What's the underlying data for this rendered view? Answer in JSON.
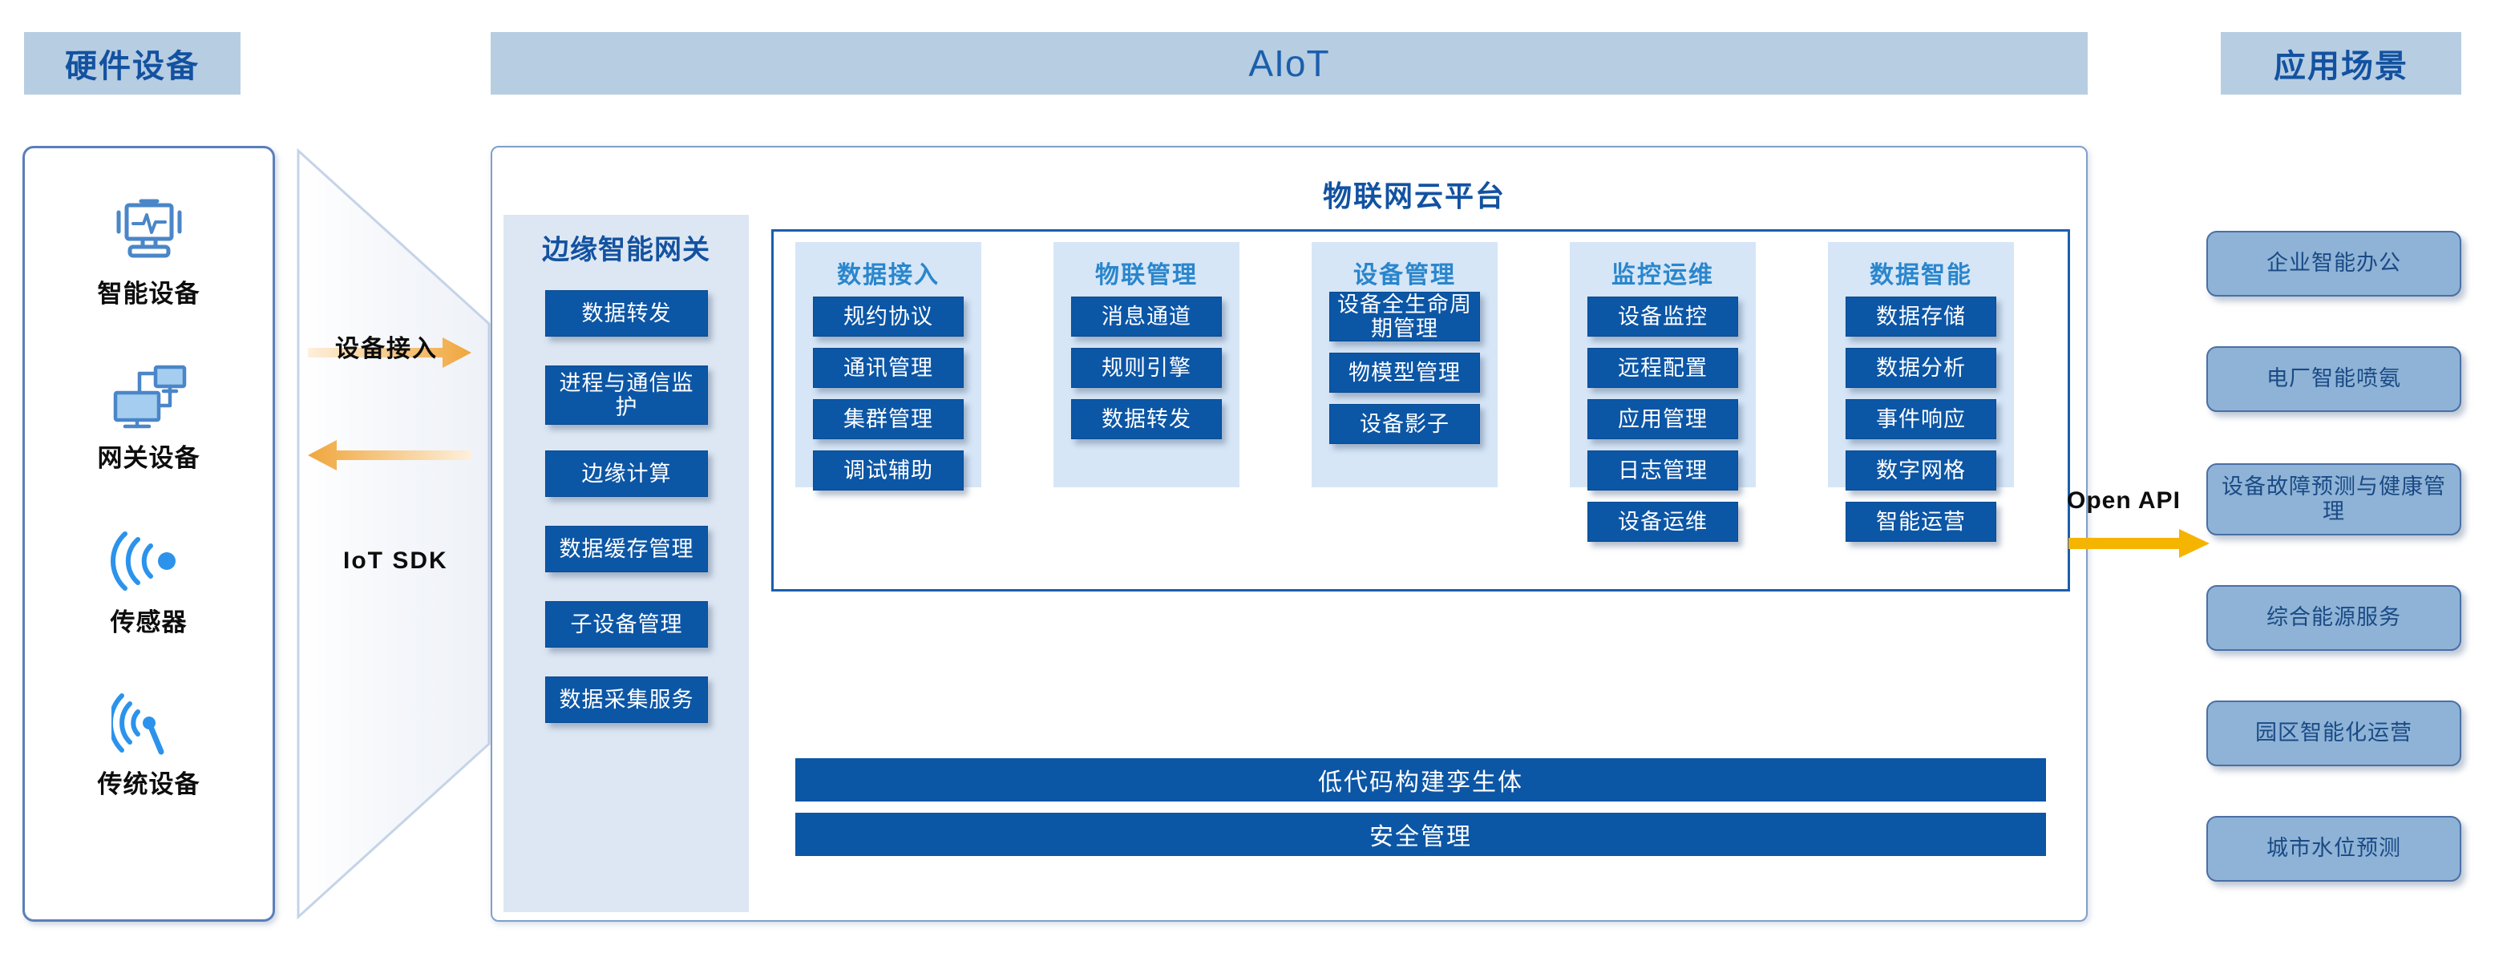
{
  "sections": {
    "hardware_header": "硬件设备",
    "aiot_header": "AIoT",
    "scenarios_header": "应用场景"
  },
  "hardware": {
    "items": [
      {
        "label": "智能设备",
        "icon": "monitor-pulse-icon"
      },
      {
        "label": "网关设备",
        "icon": "networked-computers-icon"
      },
      {
        "label": "传感器",
        "icon": "signal-wave-icon"
      },
      {
        "label": "传统设备",
        "icon": "antenna-broadcast-icon"
      }
    ]
  },
  "connectors": {
    "device_access": "设备接入",
    "iot_sdk": "IoT SDK",
    "open_api": "Open API",
    "arrow_color": "#f0a63c",
    "open_api_arrow_color": "#f5b400"
  },
  "cloud": {
    "title": "物联网云平台"
  },
  "gateway": {
    "title": "边缘智能网关",
    "items": [
      "数据转发",
      "进程与通信监护",
      "边缘计算",
      "数据缓存管理",
      "子设备管理",
      "数据采集服务"
    ]
  },
  "platform": {
    "columns": [
      {
        "title": "数据接入",
        "items": [
          "规约协议",
          "通讯管理",
          "集群管理",
          "调试辅助"
        ]
      },
      {
        "title": "物联管理",
        "items": [
          "消息通道",
          "规则引擎",
          "数据转发"
        ]
      },
      {
        "title": "设备管理",
        "items": [
          "设备全生命周期管理",
          "物模型管理",
          "设备影子"
        ]
      },
      {
        "title": "监控运维",
        "items": [
          "设备监控",
          "远程配置",
          "应用管理",
          "日志管理",
          "设备运维"
        ]
      },
      {
        "title": "数据智能",
        "items": [
          "数据存储",
          "数据分析",
          "事件响应",
          "数字网格",
          "智能运营"
        ]
      }
    ],
    "bottom_bars": [
      "低代码构建孪生体",
      "安全管理"
    ]
  },
  "scenarios": {
    "items": [
      "企业智能办公",
      "电厂智能喷氨",
      "设备故障预测与健康管理",
      "综合能源服务",
      "园区智能化运营",
      "城市水位预测"
    ]
  },
  "colors": {
    "chip_bg": "#b7cde2",
    "chip_text": "#1352a0",
    "deep_blue": "#0c56a6",
    "col_bg": "#d6e6f7",
    "col_title": "#2a86cc",
    "gateway_bg": "#dde7f3",
    "scenario_bg": "#8fb3d6",
    "accent_orange": "#f0a63c"
  }
}
